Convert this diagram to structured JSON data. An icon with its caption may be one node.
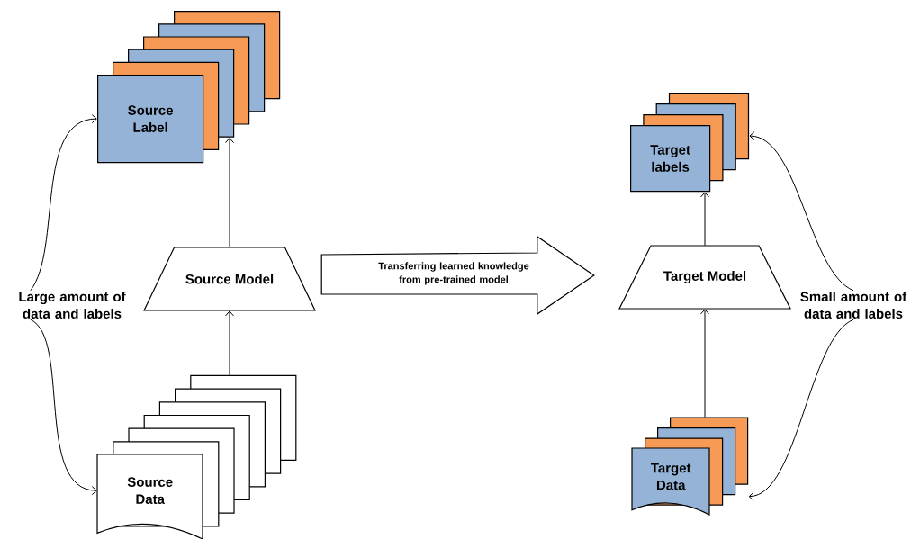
{
  "diagram": {
    "nodes": [
      {
        "text": [
          "Source Label"
        ]
      },
      {
        "text": [
          "Source Model"
        ]
      },
      {
        "text": [
          "Source Data"
        ]
      },
      {
        "text": [
          "Large amount of data and labels"
        ]
      },
      {
        "text": [
          "Target labels"
        ]
      },
      {
        "text": [
          "Target Model"
        ]
      },
      {
        "text": [
          "Target Data"
        ]
      },
      {
        "text": [
          "Small amount of data and labels"
        ]
      }
    ],
    "edges": [
      {
        "from": 2,
        "to": 1,
        "arrow": "to"
      },
      {
        "from": 1,
        "to": 0,
        "arrow": "to"
      },
      {
        "from": 3,
        "to": 0,
        "arrow": "to"
      },
      {
        "from": 3,
        "to": 2,
        "arrow": "to"
      },
      {
        "from": 1,
        "to": 5,
        "arrow": "to",
        "label": "Transferring learned knowledge from pre-trained model",
        "style": "thick"
      },
      {
        "from": 6,
        "to": 5,
        "arrow": "to"
      },
      {
        "from": 5,
        "to": 4,
        "arrow": "to"
      },
      {
        "from": 7,
        "to": 4,
        "arrow": "to"
      },
      {
        "from": 7,
        "to": 6,
        "arrow": "to"
      }
    ]
  }
}
